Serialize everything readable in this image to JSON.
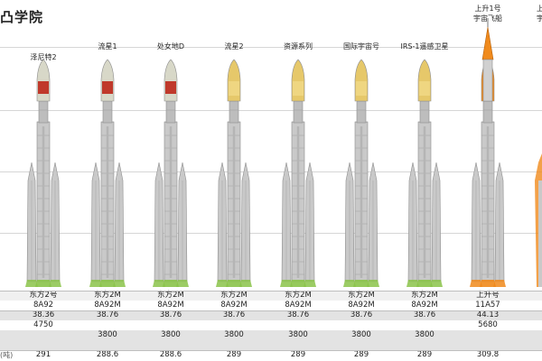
{
  "title": "凸学院",
  "rockets": [
    {
      "label": "泽尼特2",
      "lines": [
        "泽尼特2"
      ],
      "variant": "cccp",
      "name": "东方2号",
      "code": "8A92",
      "row1": "38.36",
      "row2": "4750",
      "row3": "",
      "row4": "291"
    },
    {
      "label": "流星1",
      "lines": [
        "流星1"
      ],
      "variant": "cccp",
      "name": "东方2M",
      "code": "8A92M",
      "row1": "38.76",
      "row2": "",
      "row3": "3800",
      "row4": "288.6"
    },
    {
      "label": "处女地D",
      "lines": [
        "处女地D"
      ],
      "variant": "cccp",
      "name": "东方2M",
      "code": "8A92M",
      "row1": "38.76",
      "row2": "",
      "row3": "3800",
      "row4": "288.6"
    },
    {
      "label": "流星2",
      "lines": [
        "流星2"
      ],
      "variant": "plain",
      "name": "东方2M",
      "code": "8A92M",
      "row1": "38.76",
      "row2": "",
      "row3": "3800",
      "row4": "289"
    },
    {
      "label": "资源系列",
      "lines": [
        "资源系列"
      ],
      "variant": "plain",
      "name": "东方2M",
      "code": "8A92M",
      "row1": "38.76",
      "row2": "",
      "row3": "3800",
      "row4": "289"
    },
    {
      "label": "国际宇宙号",
      "lines": [
        "国际宇宙号"
      ],
      "variant": "plain",
      "name": "东方2M",
      "code": "8A92M",
      "row1": "38.76",
      "row2": "",
      "row3": "3800",
      "row4": "289"
    },
    {
      "label": "IRS-1遥感卫星",
      "lines": [
        "IRS-1遥感卫星"
      ],
      "variant": "plain",
      "name": "东方2M",
      "code": "8A92M",
      "row1": "38.76",
      "row2": "",
      "row3": "3800",
      "row4": "289"
    },
    {
      "label": "上升1号 宇宙飞船",
      "lines": [
        "上升1号",
        "宇宙飞船"
      ],
      "variant": "orange",
      "name": "上升号",
      "code": "11A57",
      "row1": "44.13",
      "row2": "5680",
      "row3": "",
      "row4": "309.8"
    }
  ],
  "partial": {
    "lines": [
      "上",
      "宇"
    ],
    "name": "",
    "code": ""
  },
  "row_labels": [
    "",
    "",
    "",
    "(吨)"
  ],
  "colors": {
    "body": "#c9c9c9",
    "body_dark": "#8e8e8e",
    "cccp_red": "#c0392b",
    "fairing_gold": "#e6c86a",
    "orange": "#f08a1c",
    "base_green": "#8bc34a",
    "table_shade": "#e3e3e3"
  }
}
